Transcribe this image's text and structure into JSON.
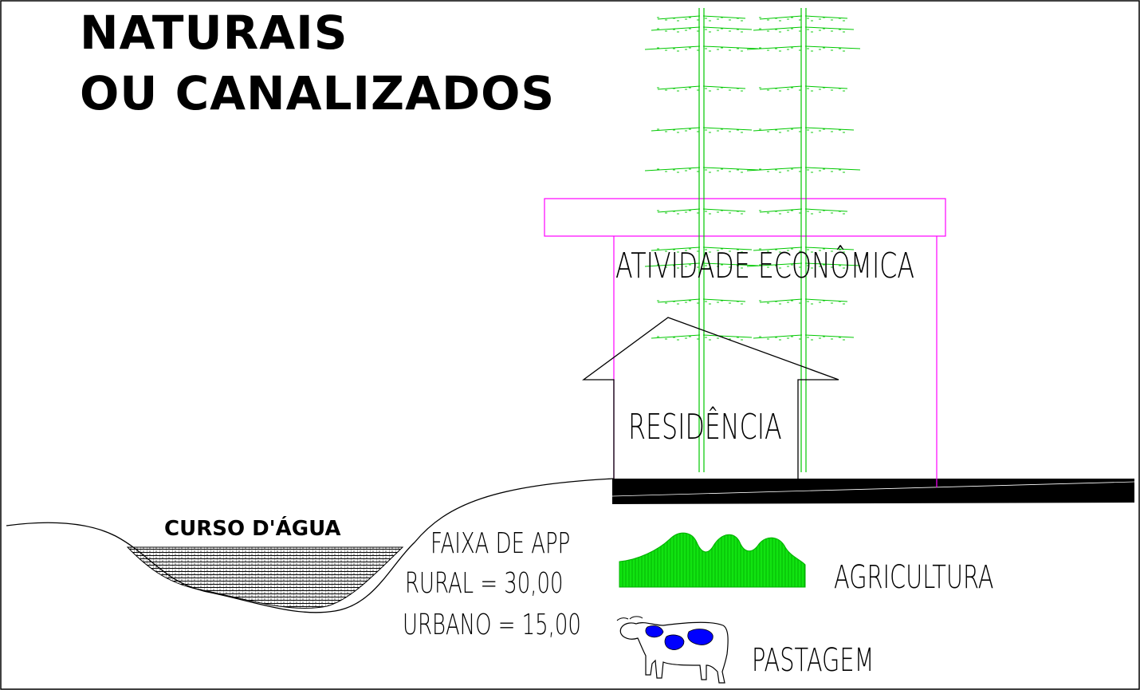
{
  "title": {
    "line1": "NATURAIS",
    "line2": "OU CANALIZADOS"
  },
  "labels": {
    "curso_dagua": "CURSO D'ÁGUA",
    "atividade_economica": "ATIVIDADE ECONÔMICA",
    "residencia": "RESIDÊNCIA",
    "faixa_app": "FAIXA DE APP",
    "rural": "RURAL = 30,00",
    "urbano": "URBANO = 15,00",
    "agricultura": "AGRICULTURA",
    "pastagem": "PASTAGEM"
  },
  "colors": {
    "line": "#000000",
    "vegetation": "#00c800",
    "crop_fill": "#11e311",
    "building_outline": "#ff00ff",
    "cow_spots": "#0000ff",
    "water_hatch": "#000000"
  },
  "icons": [
    "tree-icon",
    "cow-icon",
    "crop-field-icon",
    "house-icon"
  ]
}
